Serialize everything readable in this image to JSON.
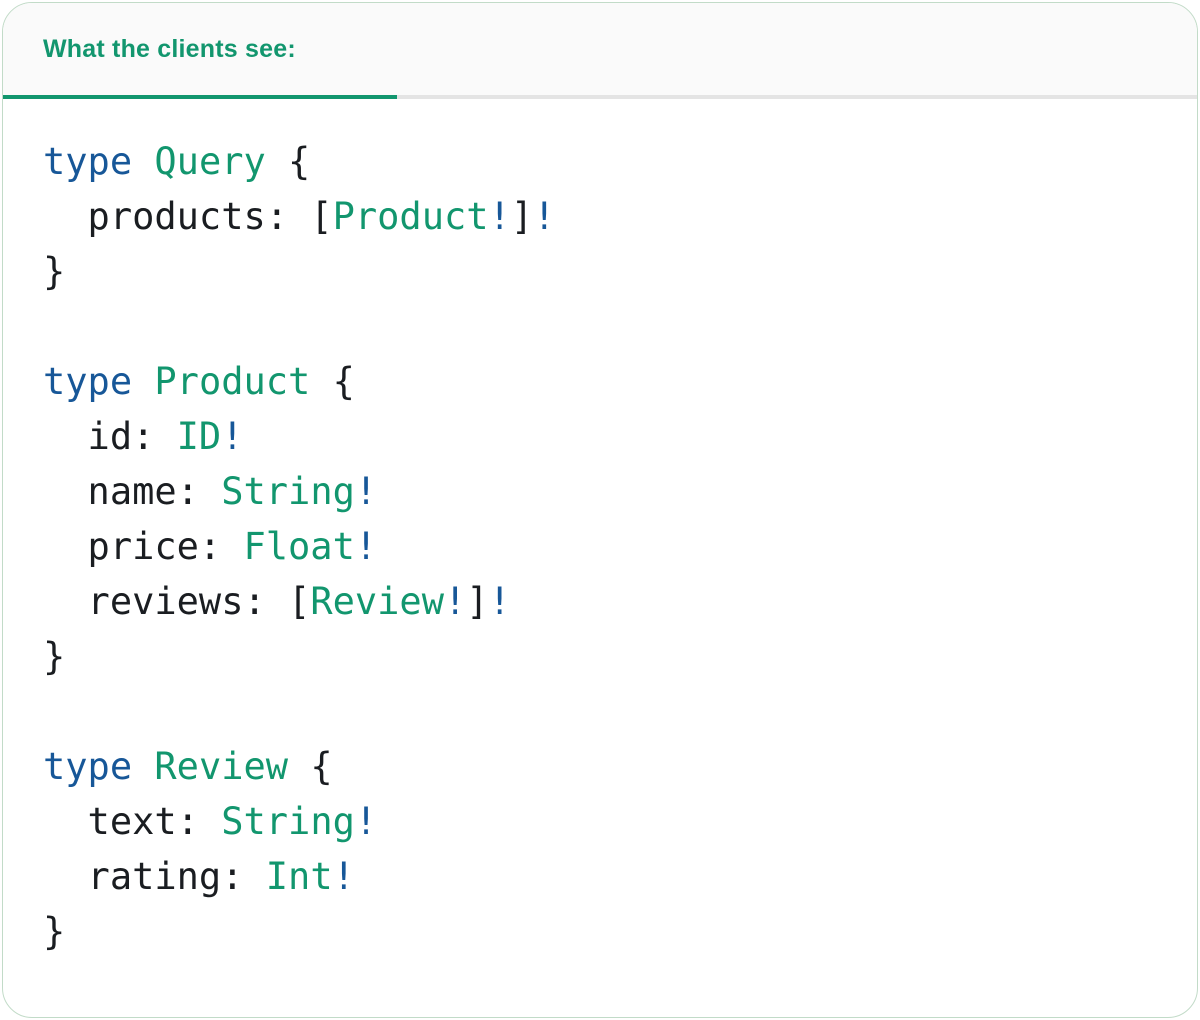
{
  "colors": {
    "teal": "#12966E",
    "blue": "#175798",
    "code_text": "#1A1D21",
    "header_bg": "#FAFAFA",
    "divider_gray": "#E4E4E4",
    "card_border": "#C2DBC8",
    "card_bg": "#FFFFFF"
  },
  "header": {
    "tab_label": "What the clients see:"
  },
  "code": {
    "language": "graphql",
    "lines": [
      [
        {
          "text": "type",
          "style": "keyword"
        },
        {
          "text": " ",
          "style": "plain"
        },
        {
          "text": "Query",
          "style": "typename"
        },
        {
          "text": " {",
          "style": "plain"
        }
      ],
      [
        {
          "text": "  products: [",
          "style": "plain"
        },
        {
          "text": "Product",
          "style": "typename"
        },
        {
          "text": "!",
          "style": "bang"
        },
        {
          "text": "]",
          "style": "plain"
        },
        {
          "text": "!",
          "style": "bang"
        }
      ],
      [
        {
          "text": "}",
          "style": "plain"
        }
      ],
      [],
      [
        {
          "text": "type",
          "style": "keyword"
        },
        {
          "text": " ",
          "style": "plain"
        },
        {
          "text": "Product",
          "style": "typename"
        },
        {
          "text": " {",
          "style": "plain"
        }
      ],
      [
        {
          "text": "  id: ",
          "style": "plain"
        },
        {
          "text": "ID",
          "style": "typename"
        },
        {
          "text": "!",
          "style": "bang"
        }
      ],
      [
        {
          "text": "  name: ",
          "style": "plain"
        },
        {
          "text": "String",
          "style": "typename"
        },
        {
          "text": "!",
          "style": "bang"
        }
      ],
      [
        {
          "text": "  price: ",
          "style": "plain"
        },
        {
          "text": "Float",
          "style": "typename"
        },
        {
          "text": "!",
          "style": "bang"
        }
      ],
      [
        {
          "text": "  reviews: [",
          "style": "plain"
        },
        {
          "text": "Review",
          "style": "typename"
        },
        {
          "text": "!",
          "style": "bang"
        },
        {
          "text": "]",
          "style": "plain"
        },
        {
          "text": "!",
          "style": "bang"
        }
      ],
      [
        {
          "text": "}",
          "style": "plain"
        }
      ],
      [],
      [
        {
          "text": "type",
          "style": "keyword"
        },
        {
          "text": " ",
          "style": "plain"
        },
        {
          "text": "Review",
          "style": "typename"
        },
        {
          "text": " {",
          "style": "plain"
        }
      ],
      [
        {
          "text": "  text: ",
          "style": "plain"
        },
        {
          "text": "String",
          "style": "typename"
        },
        {
          "text": "!",
          "style": "bang"
        }
      ],
      [
        {
          "text": "  rating: ",
          "style": "plain"
        },
        {
          "text": "Int",
          "style": "typename"
        },
        {
          "text": "!",
          "style": "bang"
        }
      ],
      [
        {
          "text": "}",
          "style": "plain"
        }
      ]
    ]
  }
}
